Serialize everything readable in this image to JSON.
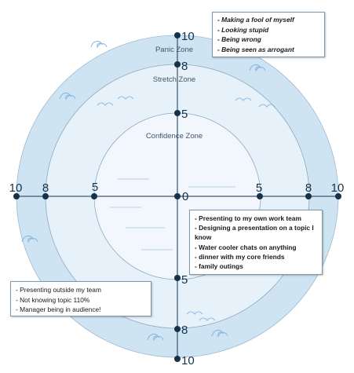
{
  "zones": {
    "panic": "Panic Zone",
    "stretch": "Stretch Zone",
    "confidence": "Confidence Zone"
  },
  "ticks": {
    "top": [
      "10",
      "8",
      "5"
    ],
    "bottom": [
      "5",
      "8",
      "10"
    ],
    "left": [
      "10",
      "8",
      "5"
    ],
    "right": [
      "5",
      "8",
      "10"
    ],
    "center": "0"
  },
  "panic_notes": [
    "Making a fool of myself",
    "Looking stupid",
    "Being wrong",
    "Being seen as arrogant"
  ],
  "comfort_notes": [
    "Presenting to my own work team",
    "Designing a presentation on a topic I",
    "know",
    "Water cooler chats on anything",
    "dinner with my core friends",
    "family outings"
  ],
  "stretch_notes": [
    "Presenting outside my team",
    "Not knowing topic 110%",
    "Manager being in audience!"
  ],
  "colors": {
    "panic_ring": "#cfe4f3",
    "stretch_ring": "#e6f1fa",
    "confidence": "#f1f7fc",
    "axis": "#14324a",
    "wave": "#7fb3dd"
  }
}
